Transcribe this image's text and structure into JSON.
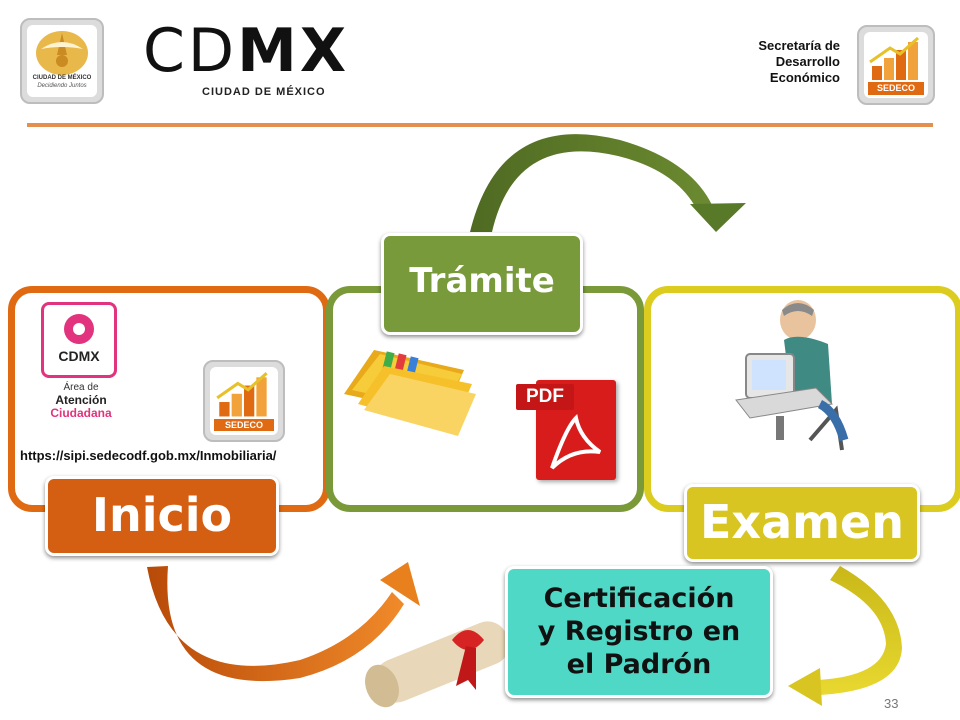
{
  "header": {
    "cdmx_logo_small_text": "CIUDAD DE MÉXICO",
    "cdmx_logo_tagline": "Decidiendo Juntos",
    "cdmx_word_thin": "CD",
    "cdmx_word_bold": "MX",
    "cdmx_subtitle": "CIUDAD DE MÉXICO",
    "secretaria_line1": "Secretaría de",
    "secretaria_line2": "Desarrollo",
    "secretaria_line3": "Económico",
    "sedeco_label": "SEDECO"
  },
  "steps": {
    "inicio": "Inicio",
    "tramite": "Trámite",
    "examen": "Examen",
    "certificacion_line1": "Certificación",
    "certificacion_line2": "y Registro en",
    "certificacion_line3": "el Padrón"
  },
  "inicio_box": {
    "atencion_cdmx": "CDMX",
    "atencion_line1": "Área de",
    "atencion_line2": "Atención",
    "atencion_line3": "Ciudadana",
    "sedeco_label": "SEDECO",
    "url": "https://sipi.sedecodf.gob.mx/Inmobiliaria/"
  },
  "tramite_box": {
    "pdf_label": "PDF"
  },
  "page_number": "33",
  "colors": {
    "inicio": "#e06a12",
    "tramite": "#7a9a3a",
    "examen": "#dccc20",
    "certificacion": "#4fd8c6",
    "rule": "#e58f4f"
  }
}
